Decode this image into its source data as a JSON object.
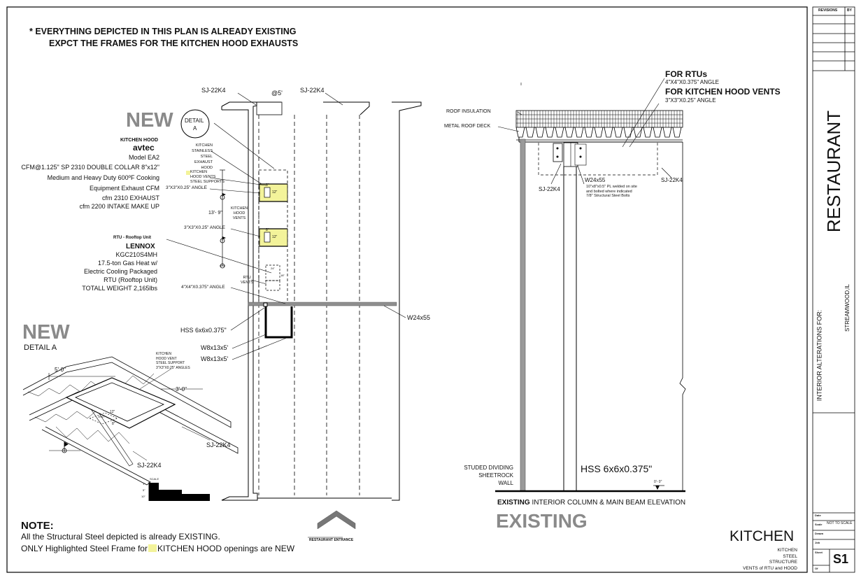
{
  "header_note": {
    "line1": "* EVERYTHING DEPICTED IN THIS PLAN IS ALREADY EXISTING",
    "line2": "EXPCT THE FRAMES FOR THE KITCHEN HOOD EXHAUSTS"
  },
  "plan": {
    "sj_left": "SJ-22K4",
    "spacing": "@5'",
    "sj_right": "SJ-22K4",
    "new_tag": "NEW",
    "detail_bubble_1": "DETAIL",
    "detail_bubble_2": "A",
    "kitchen_hood_heading": "KITCHEN HOOD",
    "brand_avtec": "avtec",
    "model": "Model EA2",
    "cfm_collar": "CFM@1.125\" SP 2310 DOUBLE COLLAR 8\"x12\"",
    "duty": "Medium and Heavy Duty 600ºF Cooking",
    "equip_exhaust": "Equipment Exhaust CFM",
    "cfm_exhaust": "cfm 2310 EXHAUST",
    "cfm_intake": "cfm 2200 INTAKE MAKE UP",
    "hood_label": [
      "KITCHEN",
      "STAINLESS",
      "STEEL",
      "EXHAUST",
      "HOOD"
    ],
    "hood_vents_supports": [
      "KITCHEN",
      "HOOD VENTS",
      "STEEL SUPPORTS"
    ],
    "angle_3x3": "3\"X3\"X0.25\" ANGLE",
    "dim_13_9": "13'- 9\"",
    "kitchen_hood_vents": [
      "KITCHEN",
      "HOOD",
      "VENTS"
    ],
    "angle_3x3_b": "3\"X3\"X0.25\" ANGLE",
    "rtu_heading": "RTU - Rooftop Unit",
    "lennox": "LENNOX",
    "rtu_model": "KGC210S4MH",
    "rtu_line1": "17.5-ton Gas Heat w/",
    "rtu_line2": "Electric Cooling Packaged",
    "rtu_line3": "RTU (Rooftop Unit)",
    "rtu_weight": "TOTALL WEIGHT 2,165lbs",
    "rtu_vents": [
      "RTU",
      "VENTS"
    ],
    "angle_4x4": "4\"X4\"X0.375\" ANGLE",
    "hss": "HSS 6x6x0.375\"",
    "w8_a": "W8x13x5'",
    "w8_b": "W8x13x5'",
    "w24": "W24x55",
    "vent_8": "8\"",
    "vent_12": "12\"",
    "rtu_box_24": "24\"",
    "rtu_box_18": "18\"",
    "restaurant_entrance": "RESTAURANT ENTRANCE"
  },
  "detail_a": {
    "new_tag": "NEW",
    "title": "DETAIL A",
    "support_label": [
      "KITCHEN",
      "HOOD VENT",
      "STEEL SUPPORT",
      "3\"X3\"X0.25\" ANGLES"
    ],
    "dim_5": "5'-0\"",
    "dim_3": "3'-0\"",
    "dim_12": "12\"",
    "dim_8": "8\"",
    "vent": "VENT",
    "sj_a": "SJ-22K4",
    "sj_b": "SJ-22K4"
  },
  "scale": {
    "title": "SCALE",
    "marks": [
      "1\"",
      "5\"",
      "10\""
    ]
  },
  "note": {
    "heading": "NOTE:",
    "line1": "All the Structural Steel depicted is already EXISTING.",
    "line2_pre": "ONLY Highlighted Steel Frame for",
    "line2_post": "KITCHEN HOOD openings are NEW"
  },
  "elevation": {
    "for_rtus": "FOR RTUs",
    "angle_4x4": "4\"X4\"X0.375\" ANGLE",
    "for_hood_vents": "FOR KITCHEN HOOD VENTS",
    "angle_3x3": "3\"X3\"X0.25\" ANGLE",
    "roof_insulation": "ROOF INSULATION",
    "metal_deck": "METAL ROOF DECK",
    "sj_left": "SJ-22K4",
    "w24": "W24x55",
    "plate": [
      "10\"x8\"x0.5\" PL welded on site",
      "and bolted where indicated",
      "7/8\" Structural Steel Bolts"
    ],
    "sj_right": "SJ-22K4",
    "wall": [
      "STUDED DIVIDING",
      "SHEETROCK",
      "WALL"
    ],
    "hss": "HSS 6x6x0.375\"",
    "level": "0'- 0\"",
    "caption_bold": "EXISTING",
    "caption_rest": " INTERIOR COLUMN & MAIN BEAM ELEVATION",
    "existing_tag": "EXISTING"
  },
  "sheet": {
    "title": "KITCHEN",
    "sub": [
      "KITCHEN",
      "STEEL",
      "STRUCTURE",
      "VENTS of RTU and HOOD"
    ]
  },
  "title_block": {
    "revisions": "REVISIONS",
    "by": "BY",
    "project_name": "RESTAURANT",
    "location": "STREAMWOOD,IL",
    "interior_alterations": "INTERIOR ALTERATIONS FOR:",
    "date_label": "Date",
    "scale_label": "Scale",
    "scale_value": "NOT TO SCALE",
    "drawn_label": "Drawn",
    "job_label": "Job",
    "sheet_label": "Sheet",
    "sheet_number": "S1",
    "of_label": "Of"
  },
  "colors": {
    "highlight": "#f3f39a",
    "grey_text": "#8a8a8a",
    "beam_grey": "#8f8f8f"
  }
}
